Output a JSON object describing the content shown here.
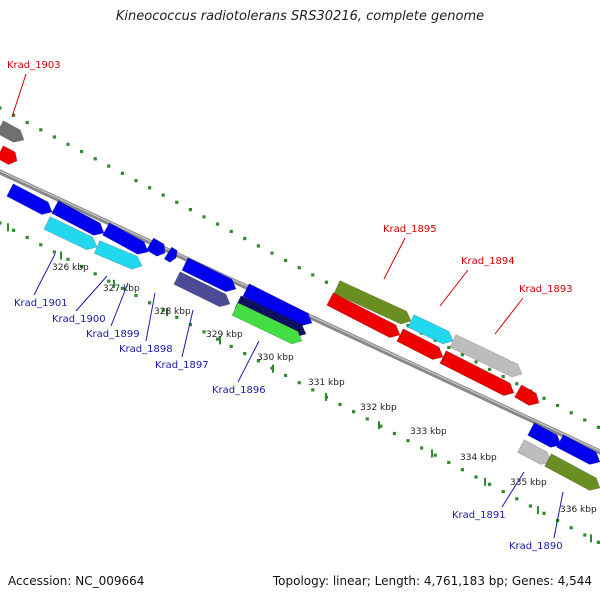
{
  "title": "Kineococcus radiotolerans SRS30216, complete genome",
  "accession": "Accession: NC_009664",
  "topology": "Topology: linear; Length: 4,761,183 bp; Genes: 4,544",
  "colors": {
    "background": "#ffffff",
    "backbone": "#8c8c8c",
    "ticks": "#2e8b2e",
    "label_red": "#d40000",
    "label_blue": "#1a1aa8",
    "feature_blue": "#0000ee",
    "feature_red": "#ee0000",
    "feature_cyan": "#22d8ee",
    "feature_olive": "#6b8e23",
    "feature_gray": "#bdbdbd",
    "feature_darkgray": "#707070",
    "feature_slate": "#4b4b98",
    "feature_navy": "#101060",
    "feature_green": "#44dd44"
  },
  "scale_labels": [
    "326 kbp",
    "327 kbp",
    "328 kbp",
    "329 kbp",
    "330 kbp",
    "331 kbp",
    "332 kbp",
    "333 kbp",
    "334 kbp",
    "335 kbp",
    "336 kbp"
  ],
  "gene_labels": [
    {
      "text": "Krad_1903",
      "color": "red"
    },
    {
      "text": "Krad_1895",
      "color": "red"
    },
    {
      "text": "Krad_1894",
      "color": "red"
    },
    {
      "text": "Krad_1893",
      "color": "red"
    },
    {
      "text": "Krad_1901",
      "color": "blue"
    },
    {
      "text": "Krad_1900",
      "color": "blue"
    },
    {
      "text": "Krad_1899",
      "color": "blue"
    },
    {
      "text": "Krad_1898",
      "color": "blue"
    },
    {
      "text": "Krad_1897",
      "color": "blue"
    },
    {
      "text": "Krad_1896",
      "color": "blue"
    },
    {
      "text": "Krad_1891",
      "color": "blue"
    },
    {
      "text": "Krad_1890",
      "color": "blue"
    }
  ]
}
